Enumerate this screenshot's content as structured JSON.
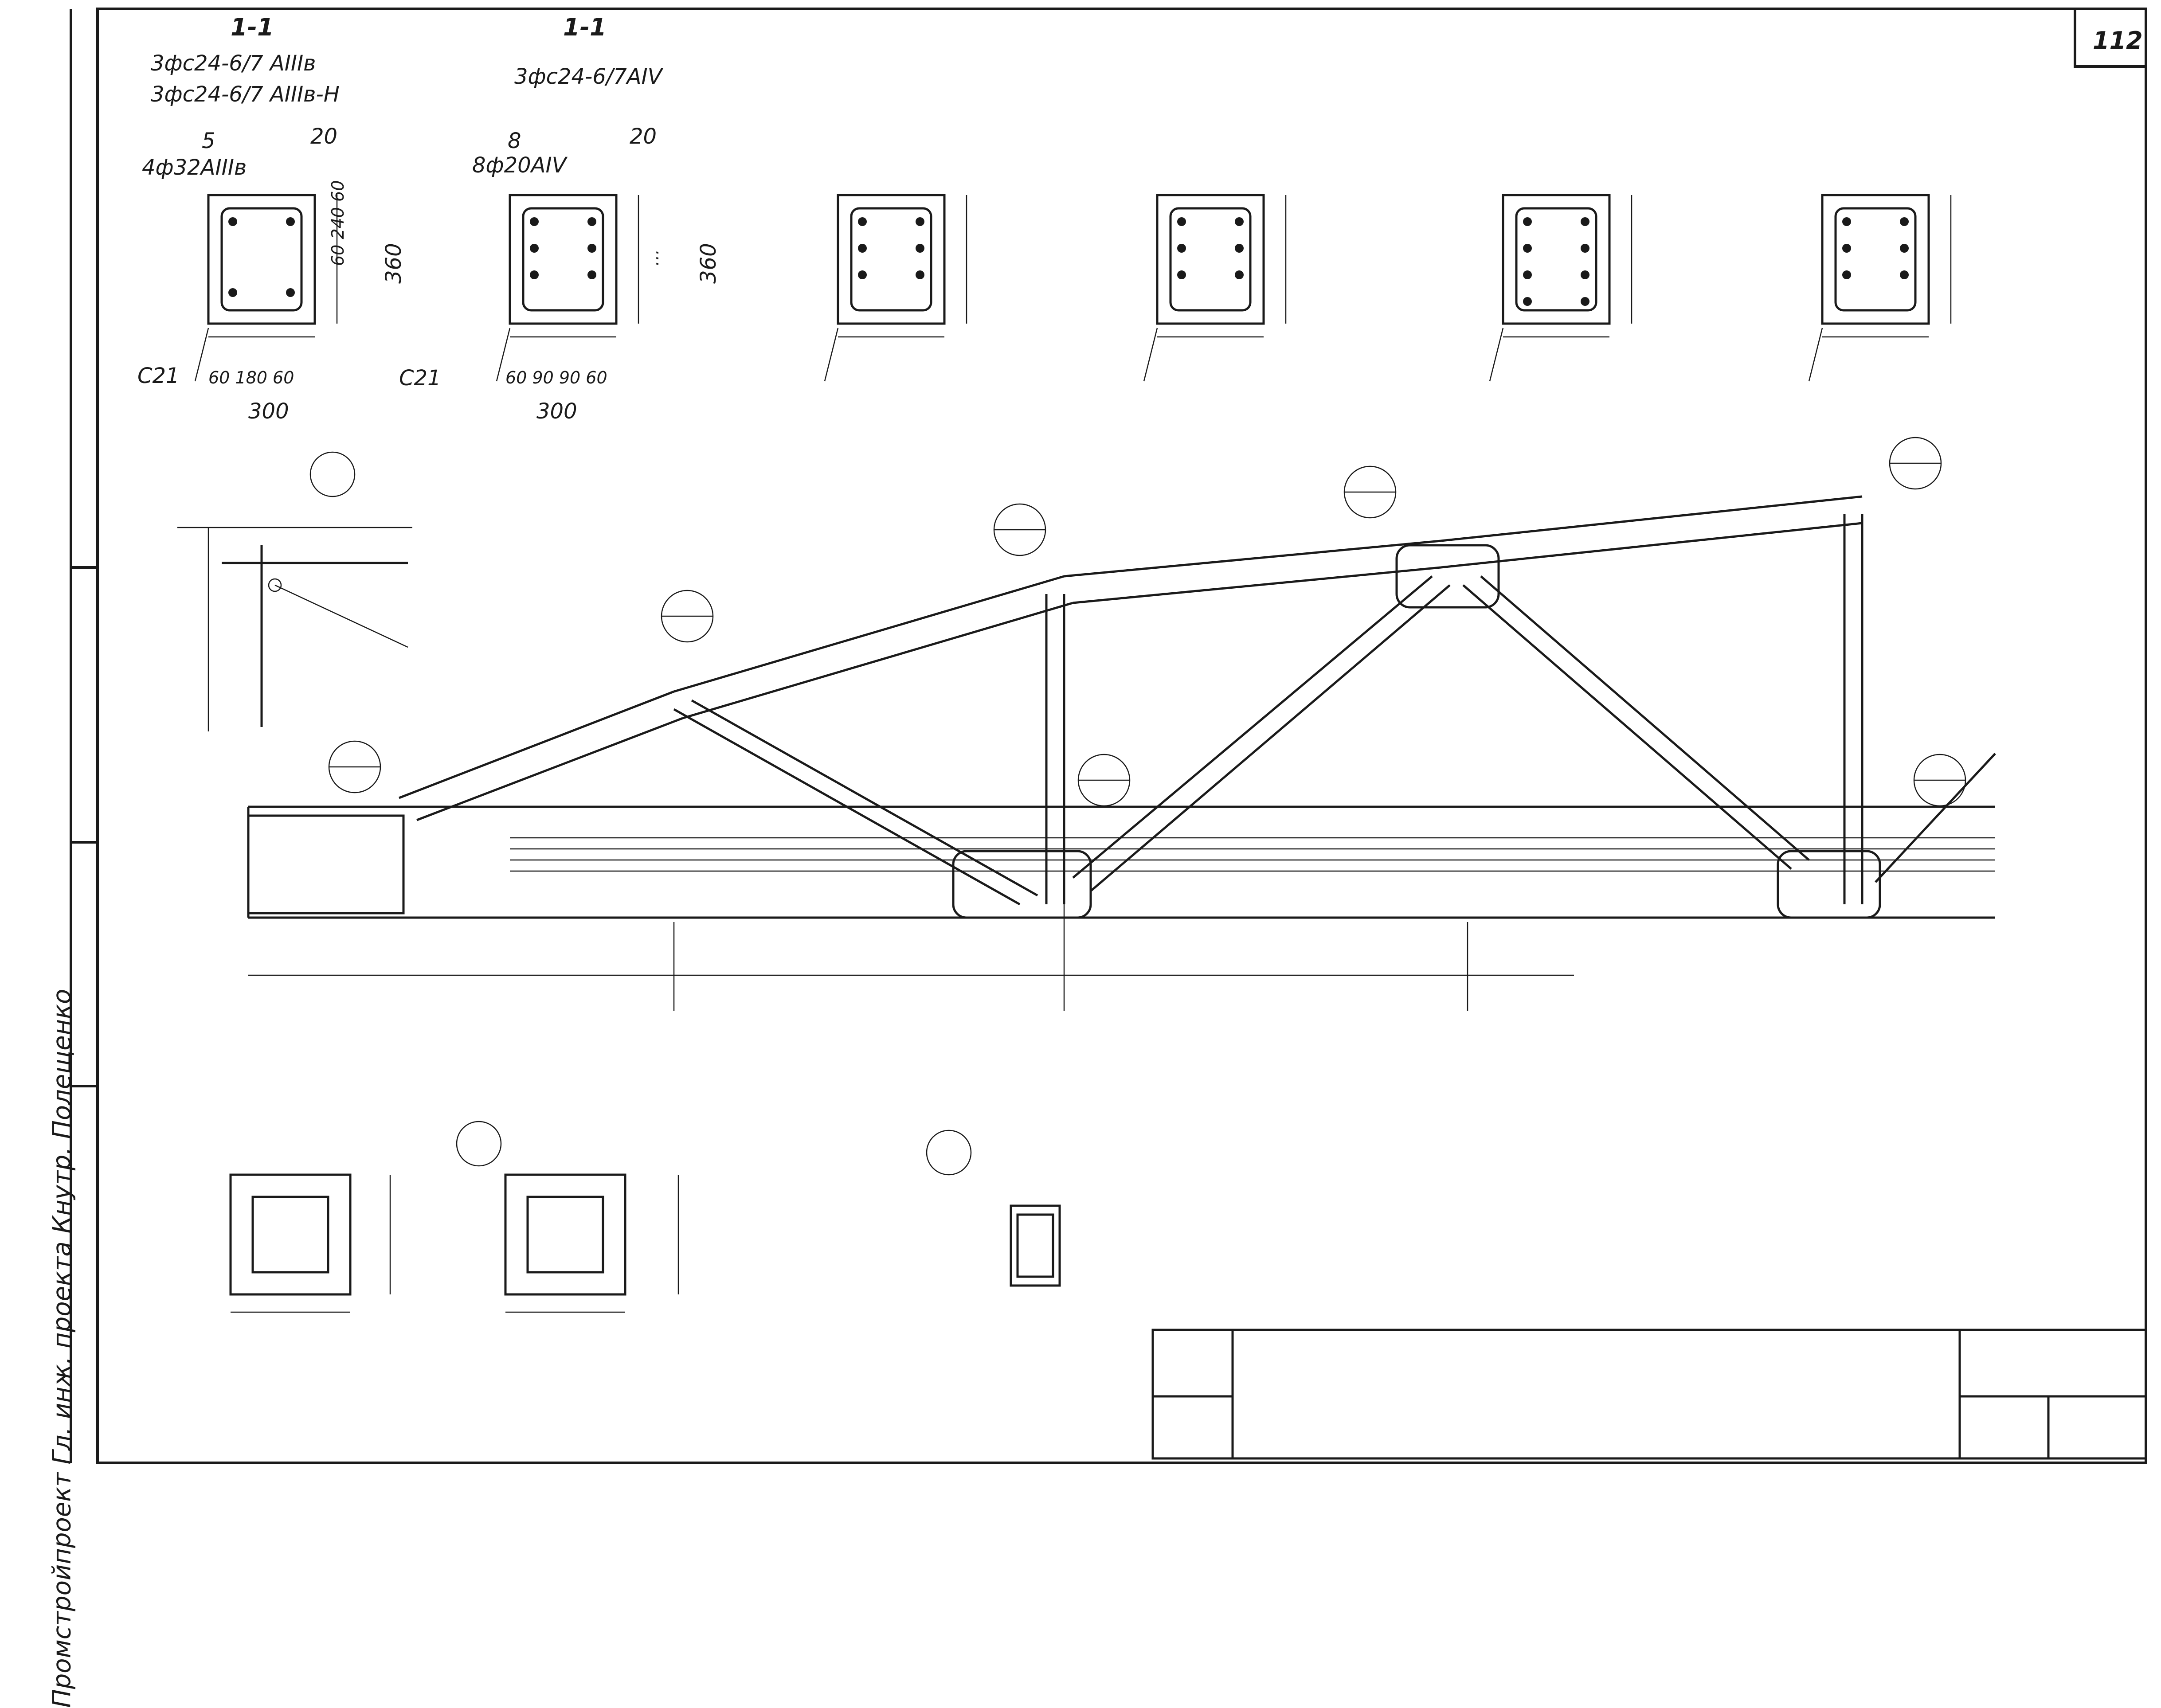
{
  "sheet_number_top": "112",
  "left_margin_text": "Промстройпроект  Гл. инж. проекта  Кнутр. Полещенко",
  "sections": [
    {
      "title": "1-1",
      "mark": "3фс24-6/7 AIIIв",
      "mark2": "3фс24-6/7 AIIIв-Н",
      "bar_count": "5",
      "bars": "4ф32AIIIв",
      "clamp": "С21",
      "width": "300",
      "height": "360",
      "dims_w": "60 180 60",
      "dims_h": "60 240 60",
      "cover": "20"
    },
    {
      "title": "1-1",
      "mark": "3фс24-6/7AIV",
      "bar_count": "8",
      "bars": "8ф20AIV",
      "clamp": "С21",
      "width": "300",
      "height": "360",
      "dims_w": "60 90 90 60",
      "dims_h": "…",
      "cover": "20"
    }
  ]
}
